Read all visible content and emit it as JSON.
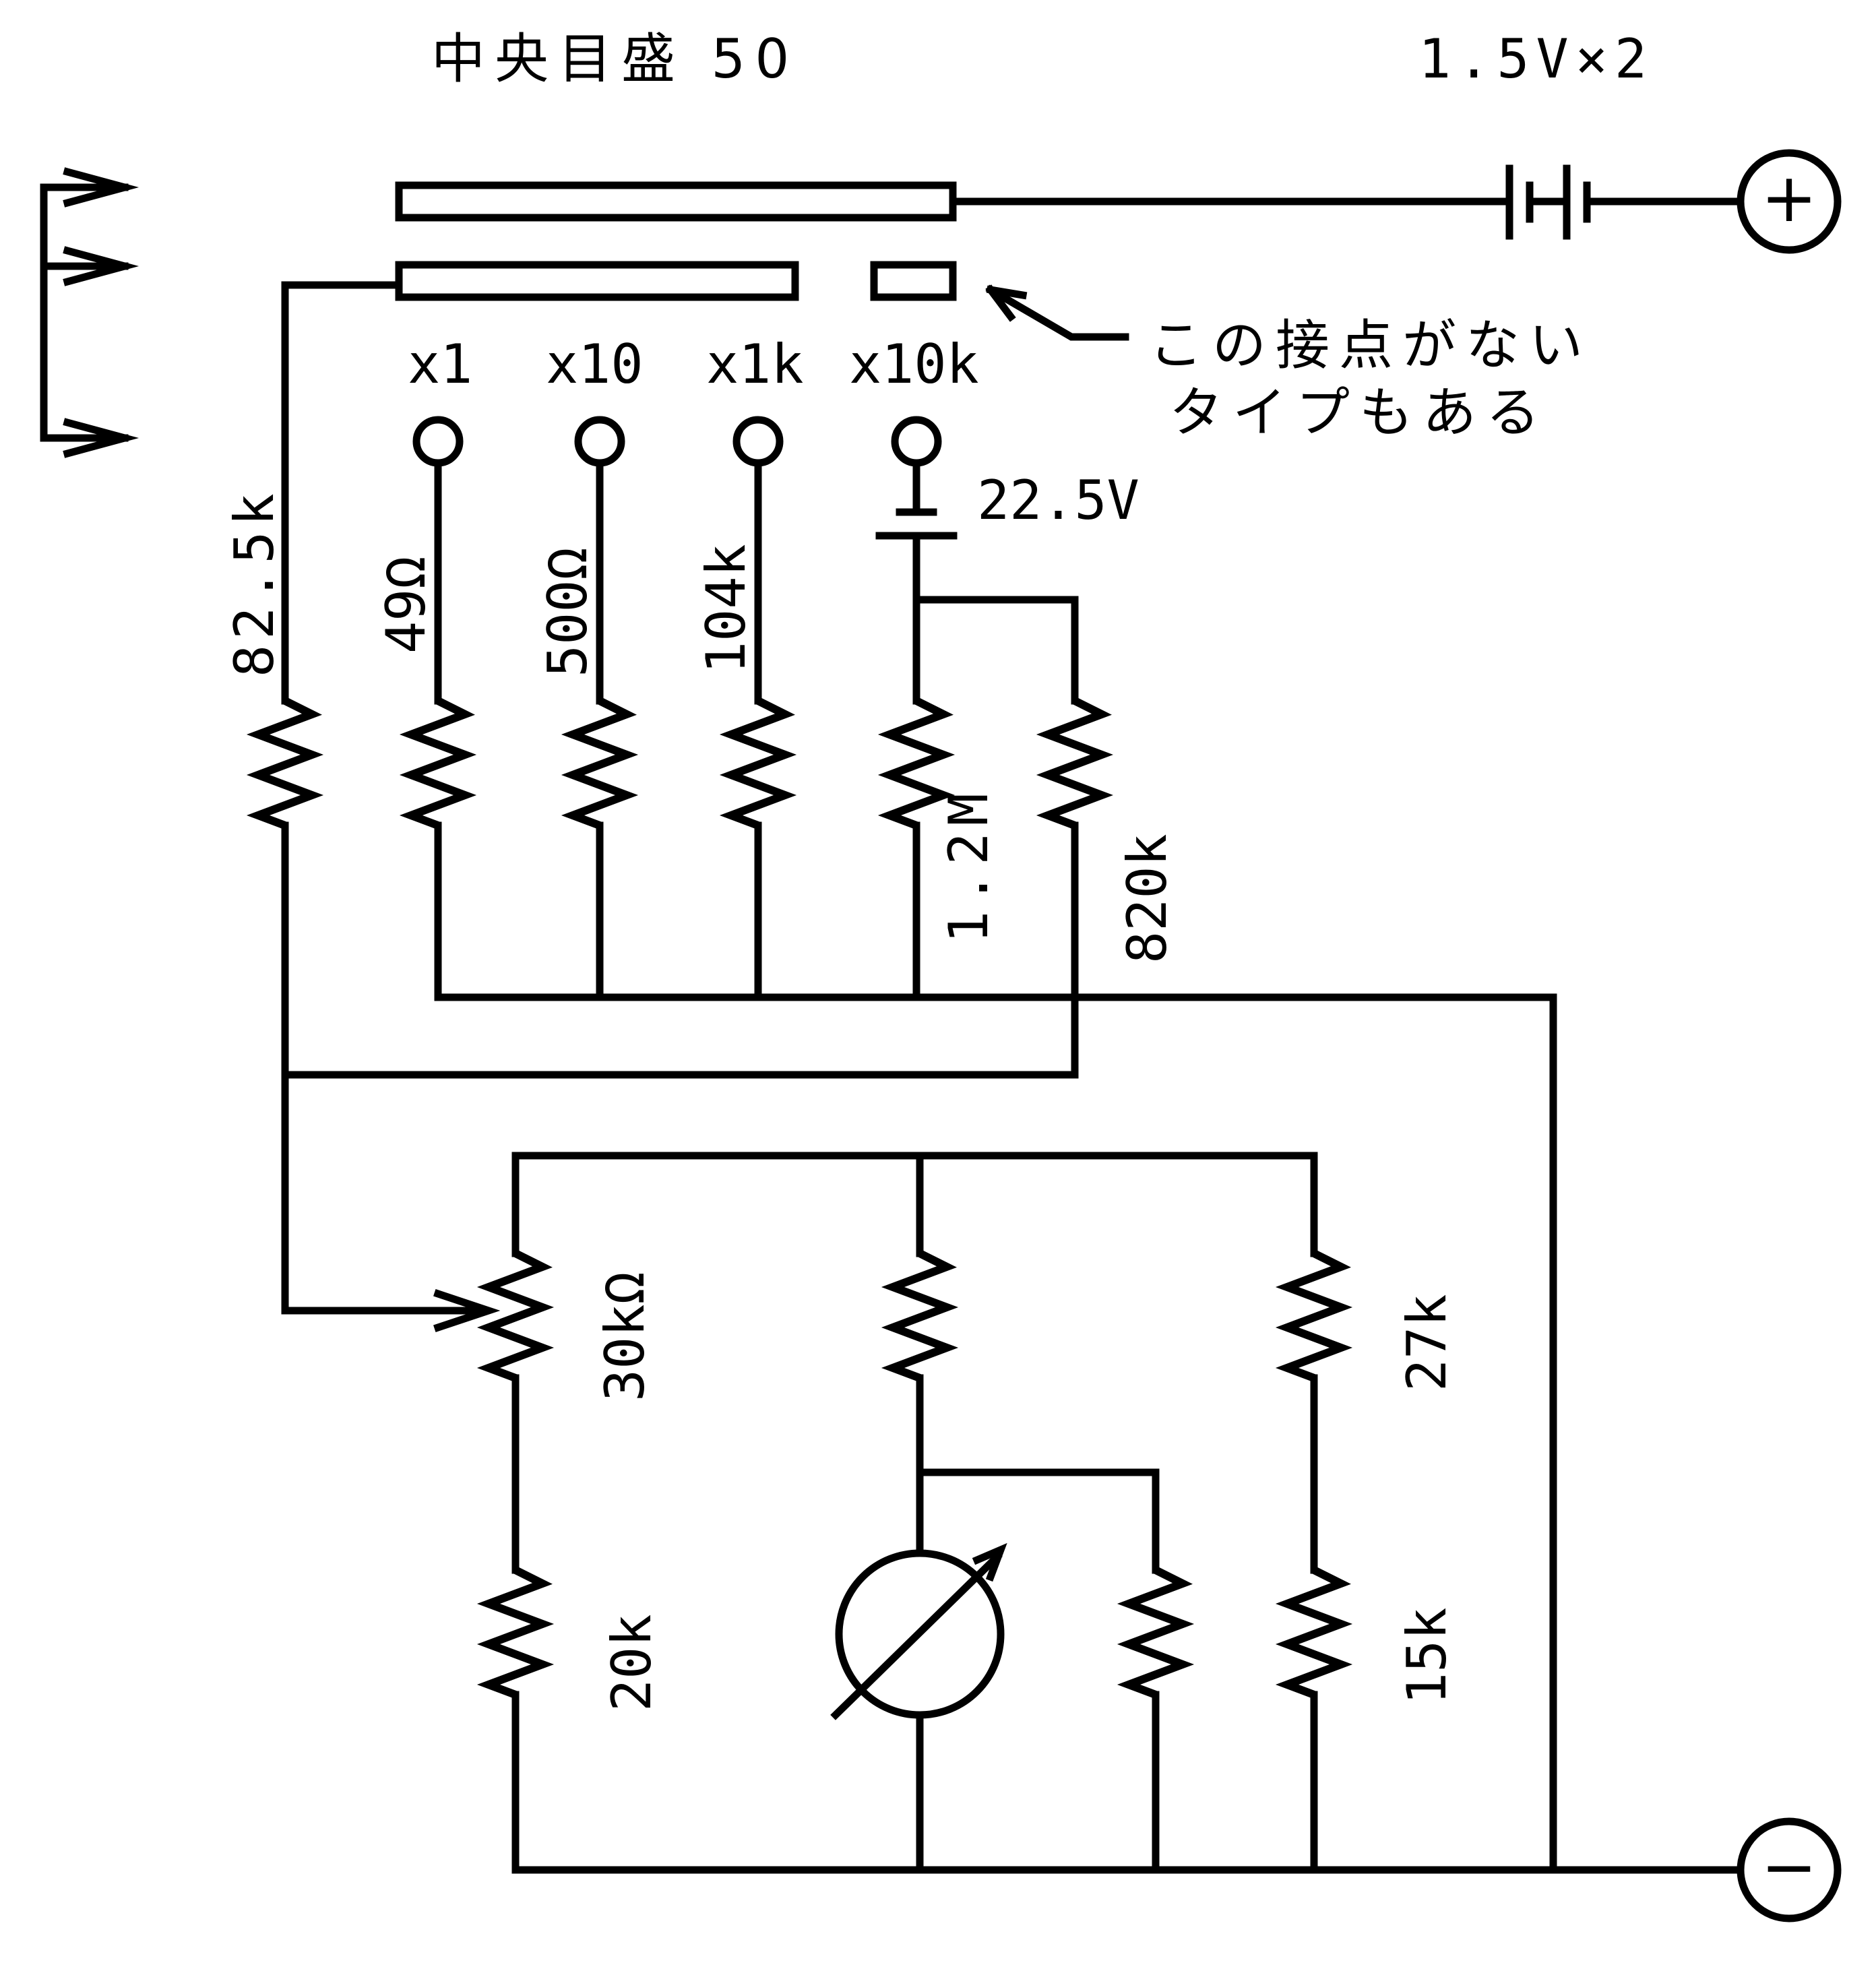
{
  "header": {
    "center_scale": "中央目盛 50",
    "battery_label": "1.5V×2"
  },
  "terminals": {
    "plus_symbol": "+",
    "minus_symbol": "−"
  },
  "ranges": {
    "x1": "x1",
    "x10": "x10",
    "x1k": "x1k",
    "x10k": "x10k"
  },
  "note": {
    "line1": "この接点がない",
    "line2": "タイプもある"
  },
  "battery_high": "22.5V",
  "resistors": {
    "r_82_5k": "82.5k",
    "r_49": "49Ω",
    "r_500": "500Ω",
    "r_104k": "104k",
    "r_1_2m": "1.2M",
    "r_820k": "820k",
    "pot_30k": "30kΩ",
    "r_27k": "27k",
    "r_20k": "20k",
    "r_15k": "15k"
  },
  "colors": {
    "stroke": "#000000",
    "background": "#ffffff"
  }
}
